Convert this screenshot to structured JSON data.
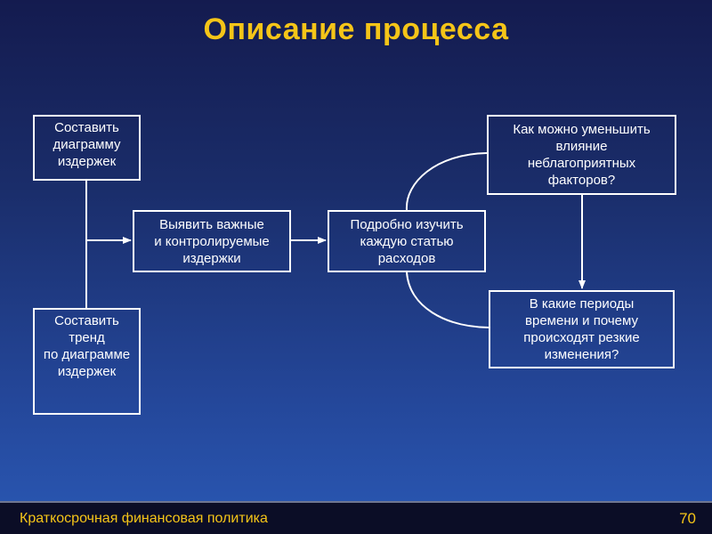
{
  "slide": {
    "title": "Описание процесса"
  },
  "diagram": {
    "box_chart": [
      "Составить",
      "диаграмму",
      "издержек"
    ],
    "box_trend": [
      "Составить",
      "тренд",
      "по диаграмме",
      "издержек"
    ],
    "box_identify": [
      "Выявить важные",
      "и контролируемые",
      "издержки"
    ],
    "box_study": [
      "Подробно изучить",
      "каждую статью",
      "расходов"
    ],
    "box_reduce": [
      "Как можно уменьшить",
      "влияние",
      "неблагоприятных",
      "факторов?"
    ],
    "box_periods": [
      "В какие периоды",
      "времени и почему",
      "происходят резкие",
      "изменения?"
    ]
  },
  "footer": {
    "text": "Краткосрочная финансовая политика",
    "page_number": "70"
  },
  "colors": {
    "title": "#f5c518",
    "footer_text": "#f5c518",
    "lines": "#ffffff",
    "background_top": "#141b4f",
    "background_bottom": "#2a58b4"
  }
}
